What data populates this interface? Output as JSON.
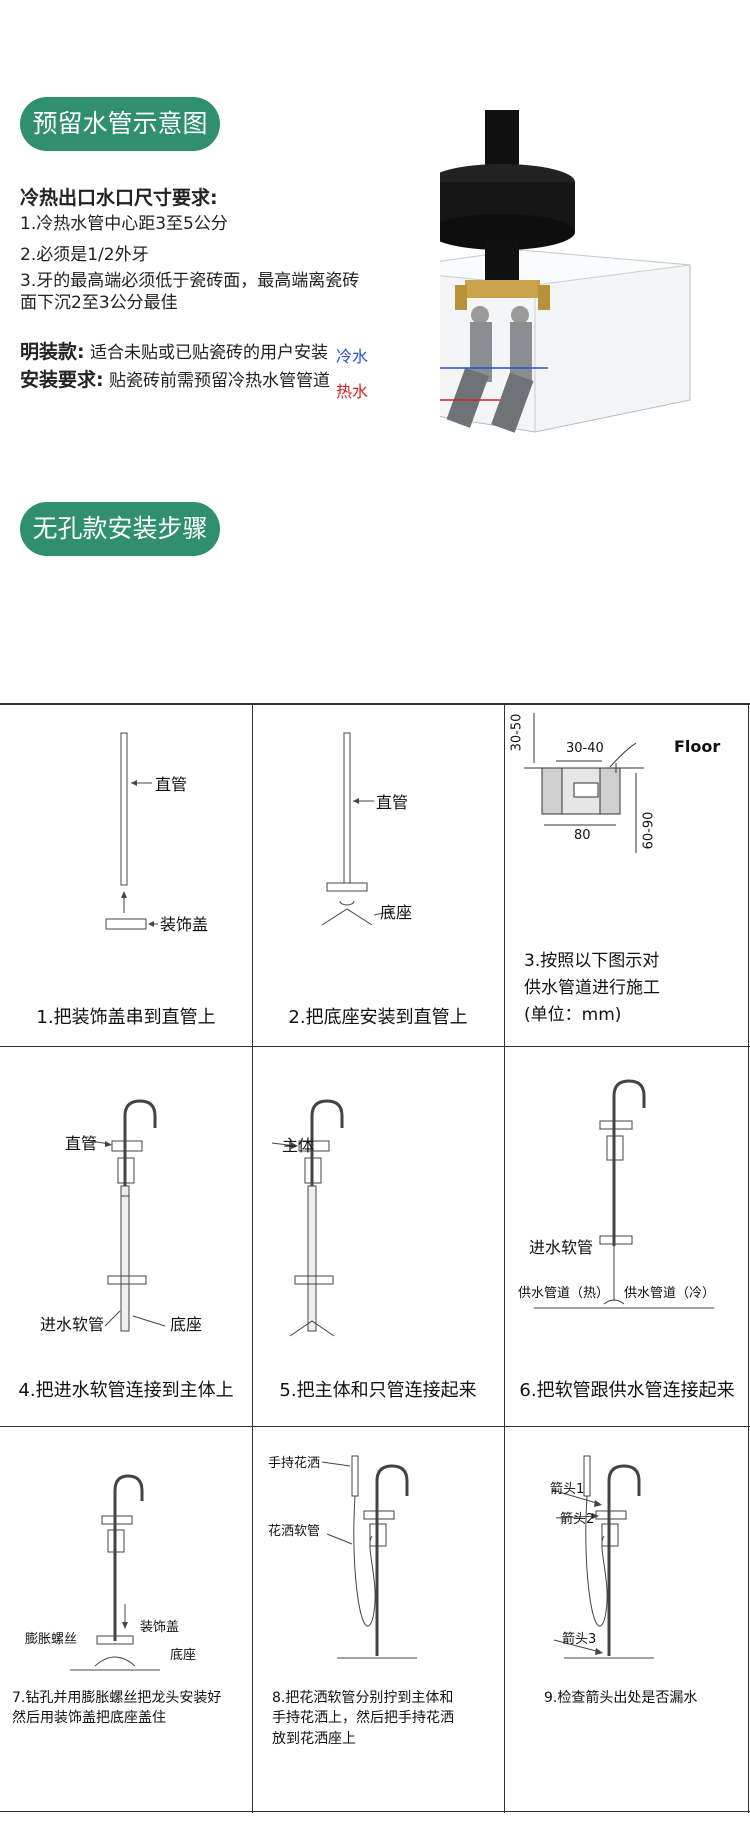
{
  "section1": {
    "title": "预留水管示意图",
    "requirements_title": "冷热出口水口尺寸要求:",
    "items": [
      "1.冷热水管中心距3至5公分",
      "2.必须是1/2外牙",
      "3.牙的最高端必须低于瓷砖面，最高端离瓷砖",
      "面下沉2至3公分最佳"
    ],
    "exposed_label": "明装款:",
    "exposed_text": "适合未贴或已贴瓷砖的用户安装",
    "install_label": "安装要求:",
    "install_text": "贴瓷砖前需预留冷热水管管道",
    "cold_label": "冷水",
    "hot_label": "热水",
    "colors": {
      "cold": "#2a4fd1",
      "hot": "#d62020",
      "accent": "#2f8f6f"
    }
  },
  "section2": {
    "title": "无孔款安装步骤"
  },
  "steps": [
    {
      "caption": "1.把装饰盖串到直管上",
      "labels": [
        "直管",
        "装饰盖"
      ]
    },
    {
      "caption": "2.把底座安装到直管上",
      "labels": [
        "直管",
        "底座"
      ]
    },
    {
      "caption_lines": [
        "3.按照以下图示对",
        "供水管道进行施工",
        "(单位：mm)"
      ],
      "labels": [
        "30-50",
        "30-40",
        "Floor",
        "80",
        "60-90"
      ]
    },
    {
      "caption": "4.把进水软管连接到主体上",
      "labels": [
        "直管",
        "进水软管",
        "底座"
      ]
    },
    {
      "caption": "5.把主体和只管连接起来",
      "labels": [
        "主体"
      ]
    },
    {
      "caption": "6.把软管跟供水管连接起来",
      "labels": [
        "进水软管",
        "供水管道（热）",
        "供水管道（冷）"
      ]
    },
    {
      "caption_lines": [
        "7.钻孔并用膨胀螺丝把龙头安装好",
        "然后用装饰盖把底座盖住"
      ],
      "labels": [
        "装饰盖",
        "膨胀螺丝",
        "底座"
      ]
    },
    {
      "caption_lines": [
        "8.把花洒软管分别拧到主体和",
        "手持花洒上，然后把手持花洒",
        "放到花洒座上"
      ],
      "labels": [
        "手持花洒",
        "花洒软管"
      ]
    },
    {
      "caption": "9.检查箭头出处是否漏水",
      "labels": [
        "箭头1",
        "箭头2",
        "箭头3"
      ]
    }
  ]
}
